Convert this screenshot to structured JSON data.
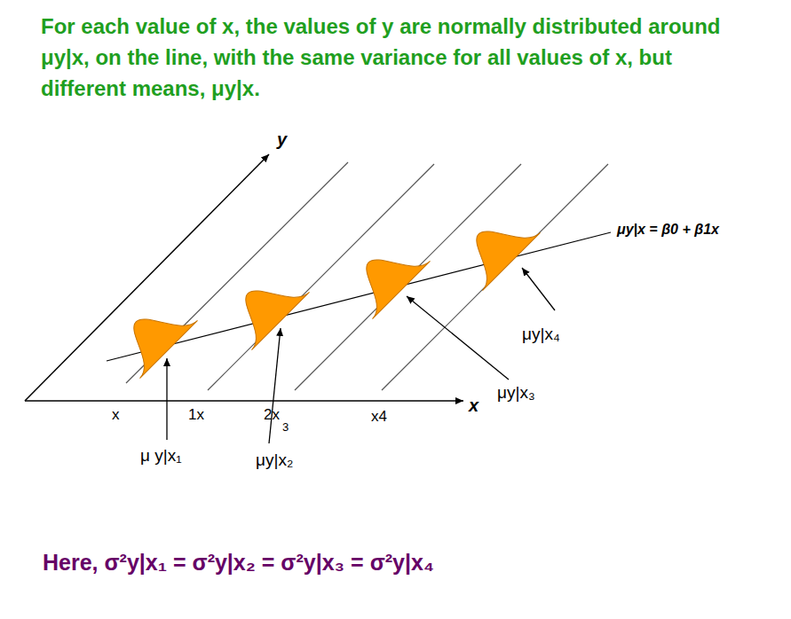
{
  "diagram": {
    "title": "For each value of x, the values of y are normally distributed around μy|x, on the line, with the same variance for all values of x, but different means, μy|x.",
    "caption": "Here, σ²y|x₁ = σ²y|x₂ = σ²y|x₃ = σ²y|x₄",
    "labels": [
      "y",
      "x",
      "μy|x = β0 + β1x",
      "x",
      "1x",
      "2x",
      "3",
      "x4",
      "μ y|x₁",
      "μy|x₂",
      "μy|x₃",
      "μy|x₄"
    ]
  }
}
